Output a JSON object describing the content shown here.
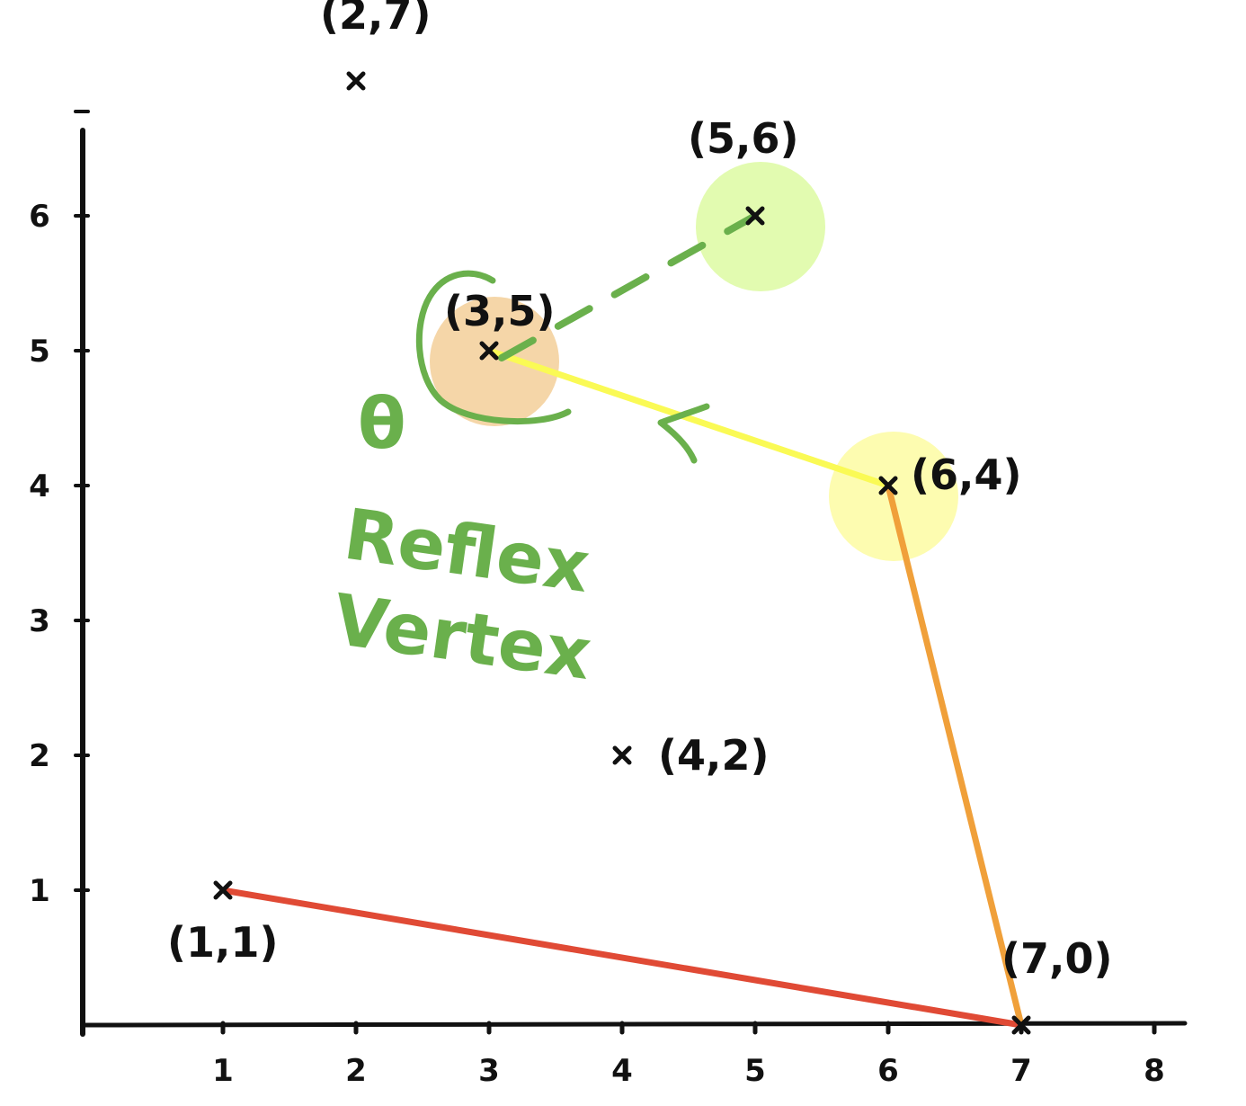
{
  "x_ticks": [
    "1",
    "2",
    "3",
    "4",
    "5",
    "6",
    "7",
    "8"
  ],
  "y_ticks": [
    "1",
    "2",
    "3",
    "4",
    "5",
    "6"
  ],
  "points": [
    {
      "x": 2,
      "y": 7,
      "label": "(2,7)"
    },
    {
      "x": 5,
      "y": 6,
      "label": "(5,6)"
    },
    {
      "x": 3,
      "y": 5,
      "label": "(3,5)"
    },
    {
      "x": 6,
      "y": 4,
      "label": "(6,4)"
    },
    {
      "x": 4,
      "y": 2,
      "label": "(4,2)"
    },
    {
      "x": 1,
      "y": 1,
      "label": "(1,1)"
    },
    {
      "x": 7,
      "y": 0,
      "label": "(7,0)"
    }
  ],
  "edges": [
    {
      "from": [
        1,
        1
      ],
      "to": [
        7,
        0
      ],
      "color": "#e04a35",
      "style": "solid"
    },
    {
      "from": [
        7,
        0
      ],
      "to": [
        6,
        4
      ],
      "color": "#f0a03a",
      "style": "solid"
    },
    {
      "from": [
        6,
        4
      ],
      "to": [
        3,
        5
      ],
      "color": "#fafa55",
      "style": "solid"
    },
    {
      "from": [
        3,
        5
      ],
      "to": [
        5,
        6
      ],
      "color": "#6ab04c",
      "style": "dashed"
    }
  ],
  "highlights": [
    {
      "x": 5,
      "y": 6,
      "color": "#e2fbb0"
    },
    {
      "x": 3,
      "y": 5,
      "color": "#f5d6a8"
    },
    {
      "x": 6,
      "y": 4,
      "color": "#fdfcb0"
    }
  ],
  "annotation": {
    "symbol": "θ",
    "line1": "Reflex",
    "line2": "Vertex",
    "color": "#6ab04c"
  }
}
